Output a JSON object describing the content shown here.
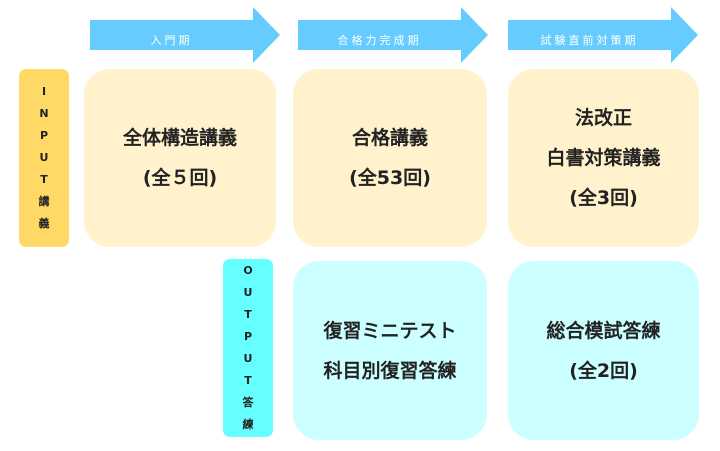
{
  "phases": [
    "入門期",
    "合格力完成期",
    "試験直前対策期"
  ],
  "input_label": [
    "I",
    "N",
    "P",
    "U",
    "T",
    "講",
    "義"
  ],
  "output_label": [
    "O",
    "U",
    "T",
    "P",
    "U",
    "T",
    "答",
    "練"
  ],
  "input_boxes": [
    {
      "lines": [
        "全体構造講義",
        "(全５回)"
      ]
    },
    {
      "lines": [
        "合格講義",
        "(全53回)"
      ]
    },
    {
      "lines": [
        "法改正",
        "白書対策講義",
        "(全3回)"
      ]
    }
  ],
  "output_boxes": [
    {
      "lines": [
        "復習ミニテスト",
        "科目別復習答練"
      ]
    },
    {
      "lines": [
        "総合模試答練",
        "(全2回)"
      ]
    }
  ],
  "colors": {
    "arrow": "#66ccff",
    "input_label": "#ffd966",
    "input_box": "#fff2cc",
    "output_label": "#66ffff",
    "output_box": "#ccffff"
  }
}
